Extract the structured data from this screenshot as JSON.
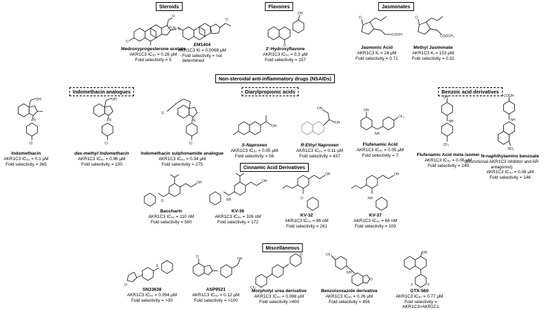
{
  "sections": {
    "steroids": "Steroids",
    "flavones": "Flavones",
    "jasmonates": "Jasmonates",
    "nsaids": "Non-steroidal anti-inflammatory drugs (NSAIDs)",
    "indomethacin_analogues": "Indomethacin analogues",
    "diarylpropionic": "Diarylpropionic acids",
    "benzoic": "Benzoic acid derivatives",
    "cinnamic": "Cinnamic Acid Derivatives",
    "misc": "Miscellaneous"
  },
  "compounds": {
    "mpa": {
      "name": "Medroxyprogesterone acetate",
      "value": "AKR1C3 IC₅₀ = 0.28 µM",
      "fold": "Fold selectivity = 5"
    },
    "em1404": {
      "name": "EM1404",
      "value": "AKR1C3 Ki = 0.0069 µM",
      "fold": "Fold selectivity = not determined"
    },
    "hydroxyflavone": {
      "name": "2'-Hydroxyflavone",
      "value": "AKR1C3 IC₅₀ = 0.3 µM",
      "fold": "Fold selectivity = 157"
    },
    "jasmonic": {
      "name": "Jasmonic Acid",
      "value": "AKR1C3 Kᵢ = 24 µM",
      "fold": "Fold selectivity = 0.71"
    },
    "methyljasmonate": {
      "name": "Methyl Jasmonate",
      "value": "AKR1C3 Kᵢ = 153 µM",
      "fold": "Fold selectivity = 0.32"
    },
    "indomethacin": {
      "name": "Indomethacin",
      "value": "AKR1C3 IC₅₀ = 0.1 µM",
      "fold": "Fold selectivity = 365"
    },
    "desmethyl": {
      "name": "des-methyl Indomethacin",
      "value": "AKR1C3 IC₅₀ = 0.96 µM",
      "fold": "Fold selectivity = 100"
    },
    "sulphonamide": {
      "name": "Indomethacin sulphonamide analogue",
      "value": "AKR1C3 IC₅₀ = 0.34 µM",
      "fold": "Fold selectivity = 275"
    },
    "snaproxen": {
      "name": "S-Naproxen",
      "value": "AKR1C3 IC₅₀ = 0.05 µM",
      "fold": "Fold selectivity = 56"
    },
    "rethylnaproxen": {
      "name": "R-Ethyl Naproxen",
      "value": "AKR1C3 IC₅₀ = 0.11 µM",
      "fold": "Fold selectivity = 437"
    },
    "flufenamic": {
      "name": "Flufenamic Acid",
      "value": "AKR1C3 IC₅₀ = 0.05 µM",
      "fold": "Fold selectivity = 7"
    },
    "flufenamic_meta": {
      "name": "Flufenamic Acid meta isomer",
      "value": "AKR1C3 IC₅₀ = 0.06 µM",
      "fold": "Fold selectivity = 249"
    },
    "nnaphthyl": {
      "name": "N-naphthylamino benzoate",
      "note": "(bifunctional AKR1C3 inhibitor and AR antagonist)",
      "value": "AKR1C3 IC₅₀ = 0.08 µM",
      "fold": "Fold selectivity = 146"
    },
    "baccharin": {
      "name": "Baccharin",
      "value": "AKR1C3 IC₅₀ = 110 nM",
      "fold": "Fold selectivity = 500"
    },
    "kv36": {
      "name": "KV-36",
      "value": "AKR1C3 IC₅₀ = 326 nM",
      "fold": "Fold selectivity = 172"
    },
    "kv32": {
      "name": "KV-32",
      "value": "AKR1C3 IC₅₀ = 86 nM",
      "fold": "Fold selectivity = 261"
    },
    "kv37": {
      "name": "KV-37",
      "value": "AKR1C3 IC₅₀ = 66 nM",
      "fold": "Fold selectivity = 109"
    },
    "sn33638": {
      "name": "SN33638",
      "value": "AKR1C3 IC₅₀ = 0.094 µM",
      "fold": "Fold selectivity = >30"
    },
    "asp9521": {
      "name": "ASP9521",
      "value": "AKR1C3 IC₅₀ = 0.12 µM",
      "fold": "Fold selectivity = >100"
    },
    "morpholyl": {
      "name": "Morpholyl urea derivative",
      "value": "AKR1C3 IC₅₀ = 0.068 µM",
      "fold": "Fold selectivity >400"
    },
    "benzoisoxazole": {
      "name": "Benzoisoxazole derivative",
      "value": "AKR1C3 IC₅₀ = 0.26 µM",
      "fold": "Fold selectivity = 456"
    },
    "gtx560": {
      "name": "GTX-560",
      "value": "AKR1C3 IC₅₀ = 0.77 µM",
      "fold": "Fold selectivity = AKR1C3>AKR1C1"
    }
  },
  "atom_labels": {
    "oh": "OH",
    "o": "O",
    "cooh": "COOH",
    "cooch3": "COOCH₃",
    "nh": "NH",
    "n": "N",
    "cf3": "CF₃",
    "cl": "Cl",
    "no2": "NO₂",
    "f": "F",
    "h2n": "H₂N",
    "s": "S",
    "ch3": "CH₃"
  }
}
